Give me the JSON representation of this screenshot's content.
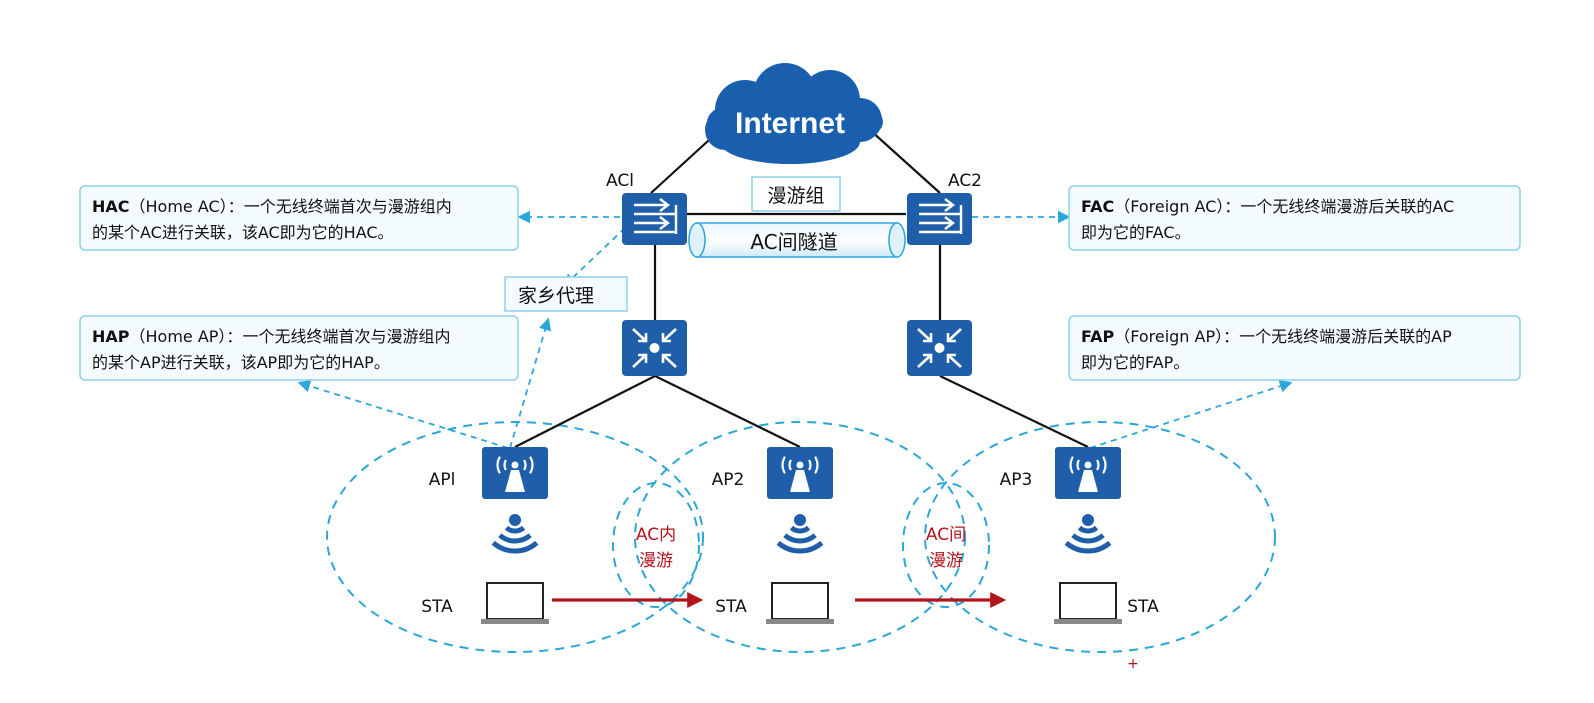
{
  "internet": {
    "label": "Internet"
  },
  "ac1": {
    "label": "ACl"
  },
  "ac2": {
    "label": "AC2"
  },
  "roaming_group": {
    "label": "漫游组"
  },
  "tunnel": {
    "label": "AC间隧道"
  },
  "home_agent": {
    "label": "家乡代理"
  },
  "hac_box": {
    "term": "HAC",
    "paren": "（Home AC）：",
    "line1_rest": "一个无线终端首次与漫游组内",
    "line2": "的某个AC进行关联，该AC即为它的HAC。"
  },
  "hap_box": {
    "term": "HAP",
    "paren": "（Home AP）：",
    "line1_rest": "一个无线终端首次与漫游组内",
    "line2": "的某个AP进行关联，该AP即为它的HAP。"
  },
  "fac_box": {
    "term": "FAC",
    "paren": "（Foreign AC）：",
    "line1_rest": "一个无线终端漫游后关联的AC",
    "line2": "即为它的FAC。"
  },
  "fap_box": {
    "term": "FAP",
    "paren": "（Foreign AP）：",
    "line1_rest": "一个无线终端漫游后关联的AP",
    "line2": "即为它的FAP。"
  },
  "aps": [
    "APl",
    "AP2",
    "AP3"
  ],
  "stas": [
    "STA",
    "STA",
    "STA"
  ],
  "intra_roam": {
    "line1": "AC内",
    "line2": "漫游"
  },
  "inter_roam": {
    "line1": "AC间",
    "line2": "漫游"
  },
  "plus_mark": "+",
  "colors": {
    "device_blue": "#1f5ea8",
    "dash_blue": "#2ba6d8",
    "box_border": "#8fd0ea",
    "box_fill": "#f4fbfe",
    "roam_red": "#b3141c",
    "cloud_blue": "#1a5fae"
  }
}
